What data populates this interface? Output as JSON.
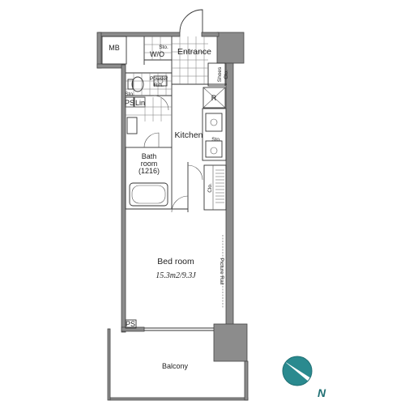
{
  "rooms": {
    "mb": "MB",
    "sto_top": "Sto.",
    "wo": "W/O",
    "entrance": "Entrance",
    "shoes": "Shoes",
    "clo_shoes": "Clo.",
    "powder_1": "Powder",
    "powder_2": "Rm.",
    "sto_small": "Sto.",
    "ps_upper": "PS",
    "lin": "Lin",
    "r": "R",
    "kitchen": "Kitchen",
    "sto_kitchen": "Sto.",
    "bath_1": "Bath",
    "bath_2": "room",
    "bath_3": "(1216)",
    "clo_closet": "Clo.",
    "bedroom": "Bed room",
    "area": "15.3m2/9.3J",
    "picture_rail": "Picture Rail",
    "ps_lower": "PS",
    "balcony": "Balcony",
    "north": "N"
  },
  "colors": {
    "wall": "#8c8c8c",
    "line": "#333333",
    "compass": "#2a8a8f"
  }
}
